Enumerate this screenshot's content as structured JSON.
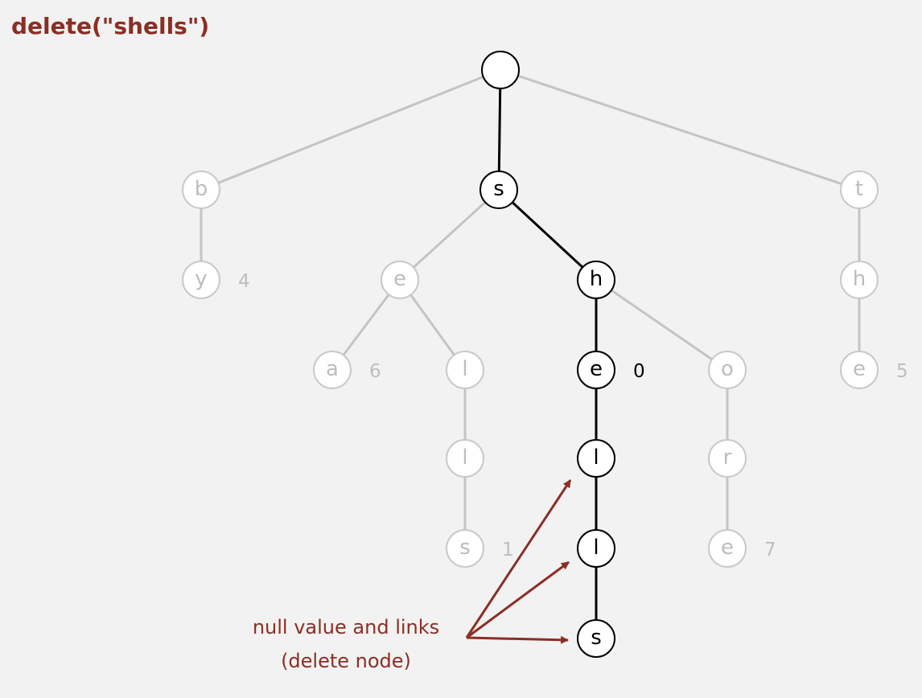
{
  "title": "delete(\"shells\")",
  "colors": {
    "background": "#f2f2f2",
    "title": "#8b2e24",
    "active": "#000000",
    "faded": "#c4c4c4",
    "annotation": "#8b2e24"
  },
  "nodes": [
    {
      "id": "root",
      "char": "",
      "state": "active"
    },
    {
      "id": "b",
      "char": "b",
      "state": "faded"
    },
    {
      "id": "by",
      "char": "y",
      "state": "faded",
      "value": "4"
    },
    {
      "id": "s",
      "char": "s",
      "state": "active"
    },
    {
      "id": "se",
      "char": "e",
      "state": "faded"
    },
    {
      "id": "sea",
      "char": "a",
      "state": "faded",
      "value": "6"
    },
    {
      "id": "sel",
      "char": "l",
      "state": "faded"
    },
    {
      "id": "sell",
      "char": "l",
      "state": "faded"
    },
    {
      "id": "sells",
      "char": "s",
      "state": "faded",
      "value": "1"
    },
    {
      "id": "sh",
      "char": "h",
      "state": "active"
    },
    {
      "id": "she",
      "char": "e",
      "state": "active",
      "value": "0"
    },
    {
      "id": "shel",
      "char": "l",
      "state": "active"
    },
    {
      "id": "shell",
      "char": "l",
      "state": "active"
    },
    {
      "id": "shells",
      "char": "s",
      "state": "active"
    },
    {
      "id": "sho",
      "char": "o",
      "state": "faded"
    },
    {
      "id": "shor",
      "char": "r",
      "state": "faded"
    },
    {
      "id": "shore",
      "char": "e",
      "state": "faded",
      "value": "7"
    },
    {
      "id": "t",
      "char": "t",
      "state": "faded"
    },
    {
      "id": "th",
      "char": "h",
      "state": "faded"
    },
    {
      "id": "the",
      "char": "e",
      "state": "faded",
      "value": "5"
    }
  ],
  "edges": [
    {
      "from": "root",
      "to": "b",
      "state": "faded"
    },
    {
      "from": "root",
      "to": "s",
      "state": "active"
    },
    {
      "from": "root",
      "to": "t",
      "state": "faded"
    },
    {
      "from": "b",
      "to": "by",
      "state": "faded"
    },
    {
      "from": "s",
      "to": "se",
      "state": "faded"
    },
    {
      "from": "s",
      "to": "sh",
      "state": "active"
    },
    {
      "from": "se",
      "to": "sea",
      "state": "faded"
    },
    {
      "from": "se",
      "to": "sel",
      "state": "faded"
    },
    {
      "from": "sel",
      "to": "sell",
      "state": "faded"
    },
    {
      "from": "sell",
      "to": "sells",
      "state": "faded"
    },
    {
      "from": "sh",
      "to": "she",
      "state": "active"
    },
    {
      "from": "sh",
      "to": "sho",
      "state": "faded"
    },
    {
      "from": "she",
      "to": "shel",
      "state": "active"
    },
    {
      "from": "shel",
      "to": "shell",
      "state": "active"
    },
    {
      "from": "shell",
      "to": "shells",
      "state": "active"
    },
    {
      "from": "sho",
      "to": "shor",
      "state": "faded"
    },
    {
      "from": "shor",
      "to": "shore",
      "state": "faded"
    },
    {
      "from": "t",
      "to": "th",
      "state": "faded"
    },
    {
      "from": "th",
      "to": "the",
      "state": "faded"
    }
  ],
  "annotation": {
    "line1": "null value and links",
    "line2": "(delete node)",
    "targets": [
      "shel",
      "shell",
      "shells"
    ]
  }
}
